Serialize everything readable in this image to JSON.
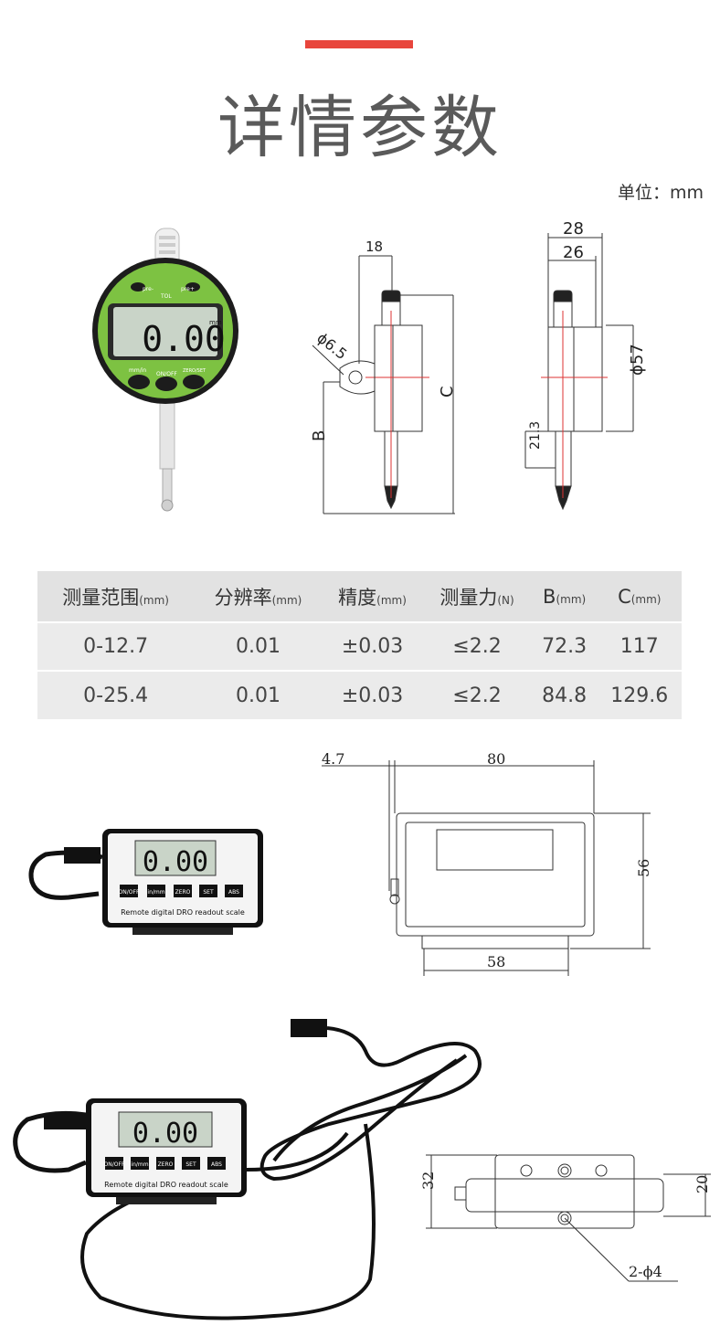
{
  "header": {
    "title": "详情参数",
    "unit_label": "单位：mm",
    "accent_color": "#e8453c"
  },
  "dial_indicator": {
    "display_value": "0.00",
    "display_unit": "mm",
    "top_labels": [
      "pre-",
      "TOL",
      "pre+"
    ],
    "button_labels": [
      "mm/in",
      "ON/OFF",
      "ZERO/SET"
    ],
    "bezel_color": "#7dc242"
  },
  "drawing_side": {
    "dim_width": "18",
    "dim_lug_dia": "ϕ6.5",
    "dim_b": "B",
    "dim_c": "C"
  },
  "drawing_front": {
    "dim_outer": "28",
    "dim_inner": "26",
    "dim_dia": "ϕ57",
    "dim_stem": "21.3"
  },
  "spec_table": {
    "headers": [
      {
        "label": "测量范围",
        "unit": "(mm)"
      },
      {
        "label": "分辨率",
        "unit": "(mm)"
      },
      {
        "label": "精度",
        "unit": "(mm)"
      },
      {
        "label": "测量力",
        "unit": "(N)"
      },
      {
        "label": "B",
        "unit": "(mm)"
      },
      {
        "label": "C",
        "unit": "(mm)"
      }
    ],
    "rows": [
      [
        "0-12.7",
        "0.01",
        "±0.03",
        "≤2.2",
        "72.3",
        "117"
      ],
      [
        "0-25.4",
        "0.01",
        "±0.03",
        "≤2.2",
        "84.8",
        "129.6"
      ]
    ]
  },
  "readout_unit": {
    "display_value": "0.00",
    "buttons": [
      "ON/OFF",
      "in/mm",
      "ZERO",
      "SET",
      "ABS"
    ],
    "caption": "Remote digital DRO readout scale"
  },
  "drawing_readout_front": {
    "dim_offset": "4.7",
    "dim_width": "80",
    "dim_height": "56",
    "dim_base": "58"
  },
  "drawing_readout_side": {
    "dim_height": "32",
    "dim_body": "20",
    "dim_holes": "2-ϕ4"
  }
}
